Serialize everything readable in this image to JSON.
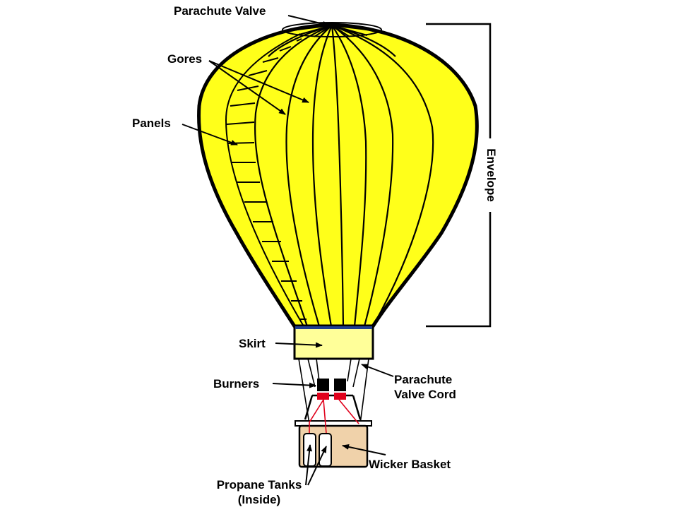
{
  "labels": {
    "parachute_valve": "Parachute Valve",
    "gores": "Gores",
    "panels": "Panels",
    "envelope": "Envelope",
    "skirt": "Skirt",
    "burners": "Burners",
    "parachute_valve_cord_line1": "Parachute",
    "parachute_valve_cord_line2": "Valve Cord",
    "wicker_basket": "Wicker Basket",
    "propane_tanks_line1": "Propane Tanks",
    "propane_tanks_line2": "(Inside)"
  },
  "colors": {
    "envelope_fill": "#ffff1a",
    "skirt_fill": "#ffff99",
    "skirt_band": "#1f3f8f",
    "basket_fill": "#f0d2aa",
    "burner_black": "#000000",
    "burner_red": "#e0001b",
    "rope_red": "#e0001b",
    "outline": "#000000"
  }
}
